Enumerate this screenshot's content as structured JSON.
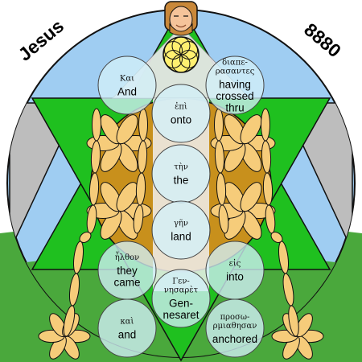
{
  "corner": {
    "left": "Jesus",
    "right": "8880"
  },
  "circles": [
    {
      "id": "kai-1",
      "greek": [
        "Και"
      ],
      "english": [
        "And"
      ]
    },
    {
      "id": "diaperasantes",
      "greek": [
        "διαπε-",
        "ρασαντες"
      ],
      "english": [
        "having",
        "crossed",
        "thru"
      ]
    },
    {
      "id": "epi",
      "greek": [
        "ἐπὶ"
      ],
      "english": [
        "onto"
      ]
    },
    {
      "id": "ten",
      "greek": [
        "τὴν"
      ],
      "english": [
        "the"
      ]
    },
    {
      "id": "gen",
      "greek": [
        "γῆν"
      ],
      "english": [
        "land"
      ]
    },
    {
      "id": "elthon",
      "greek": [
        "ἦλθον"
      ],
      "english": [
        "they",
        "came"
      ]
    },
    {
      "id": "eis",
      "greek": [
        "εἰς"
      ],
      "english": [
        "into"
      ]
    },
    {
      "id": "gennesaret",
      "greek": [
        "Γεν-",
        "νησαρὲτ"
      ],
      "english": [
        "Gen-",
        "nesaret"
      ]
    },
    {
      "id": "kai-2",
      "greek": [
        "καὶ"
      ],
      "english": [
        "and"
      ]
    },
    {
      "id": "prosormisthesan",
      "greek": [
        "προσω-",
        "ρμιαθησαν"
      ],
      "english": [
        "anchored"
      ]
    }
  ],
  "colors": {
    "sky": "#9fcdf2",
    "grass": "#4aa83c",
    "star": "#1fc01f",
    "gold": "#c8901c",
    "gray": "#bdbdbd",
    "circle": "#d2f0f8",
    "petal": "#f6cc7a",
    "yellow": "#fff070"
  }
}
